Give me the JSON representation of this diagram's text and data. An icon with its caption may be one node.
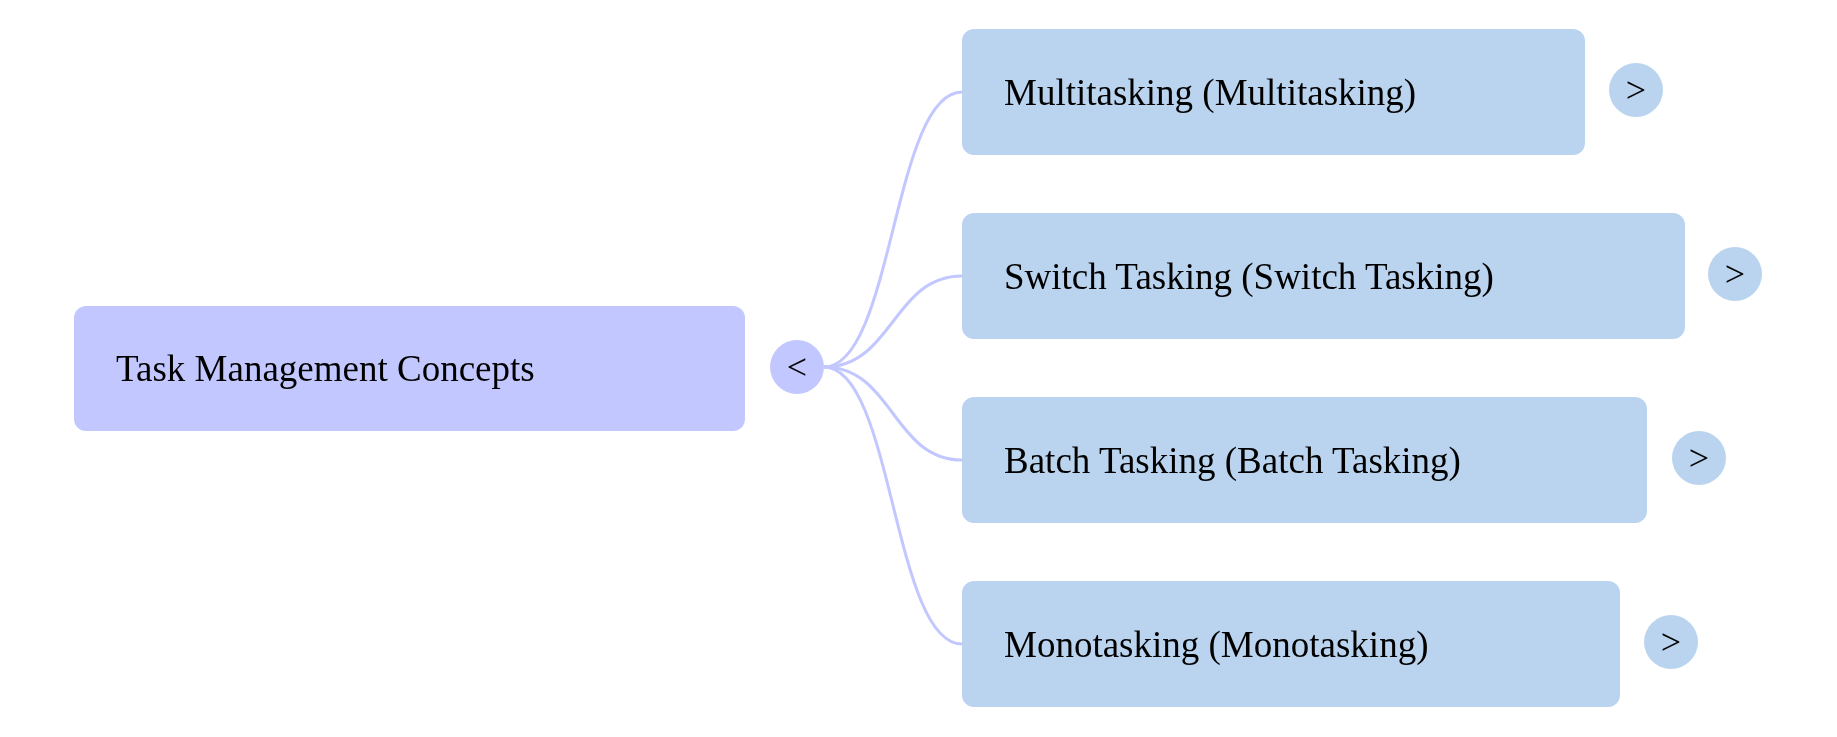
{
  "diagram": {
    "nodes": [
      {
        "text": [
          "Task Management Concepts"
        ]
      },
      {
        "text": [
          "<"
        ]
      },
      {
        "text": [
          "Multitasking (Multitasking)"
        ]
      },
      {
        "text": [
          ">"
        ]
      },
      {
        "text": [
          "Switch Tasking (Switch Tasking)"
        ]
      },
      {
        "text": [
          ">"
        ]
      },
      {
        "text": [
          "Batch Tasking (Batch Tasking)"
        ]
      },
      {
        "text": [
          ">"
        ]
      },
      {
        "text": [
          "Monotasking (Monotasking)"
        ]
      },
      {
        "text": [
          ">"
        ]
      }
    ],
    "edges": [
      {
        "from": 1,
        "to": 2,
        "arrow": "none"
      },
      {
        "from": 1,
        "to": 4,
        "arrow": "none"
      },
      {
        "from": 1,
        "to": 6,
        "arrow": "none"
      },
      {
        "from": 1,
        "to": 8,
        "arrow": "none"
      }
    ]
  }
}
